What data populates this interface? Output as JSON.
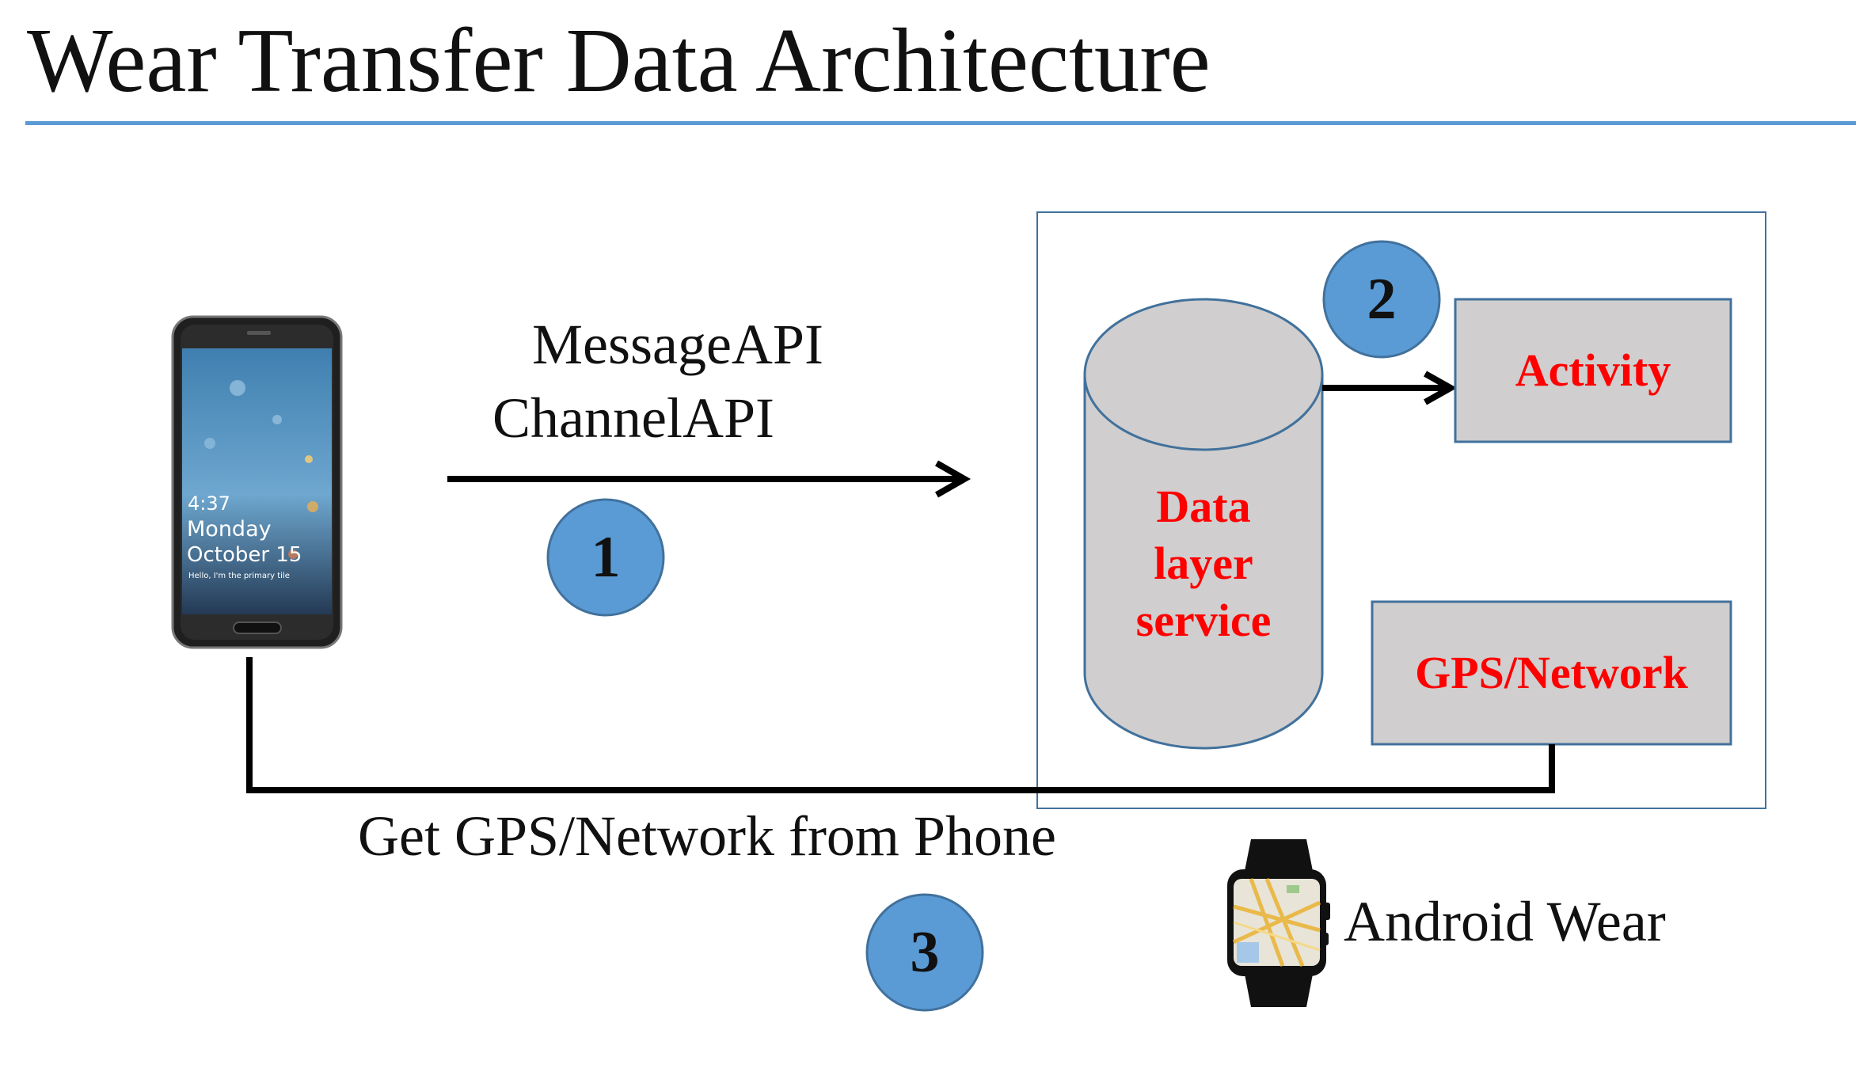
{
  "slide": {
    "title": "Wear Transfer Data Architecture"
  },
  "colors": {
    "accent": "#5b9bd5",
    "box_fill": "#d0cece",
    "box_border": "#41719c",
    "label_red": "#ff0000",
    "step_circle": "#5b9bd5"
  },
  "phone": {
    "time": "4:37",
    "day": "Monday",
    "date": "October 15",
    "tile_text": "Hello, I'm the primary tile"
  },
  "connection_1": {
    "apis": [
      "MessageAPI",
      "ChannelAPI"
    ],
    "step": "1"
  },
  "wear_device": {
    "data_layer_lines": [
      "Data",
      "layer",
      "service"
    ],
    "activity_label": "Activity",
    "gps_label": "GPS/Network",
    "step": "2",
    "device_label": "Android Wear"
  },
  "connection_3": {
    "label": "Get GPS/Network from Phone",
    "step": "3"
  }
}
